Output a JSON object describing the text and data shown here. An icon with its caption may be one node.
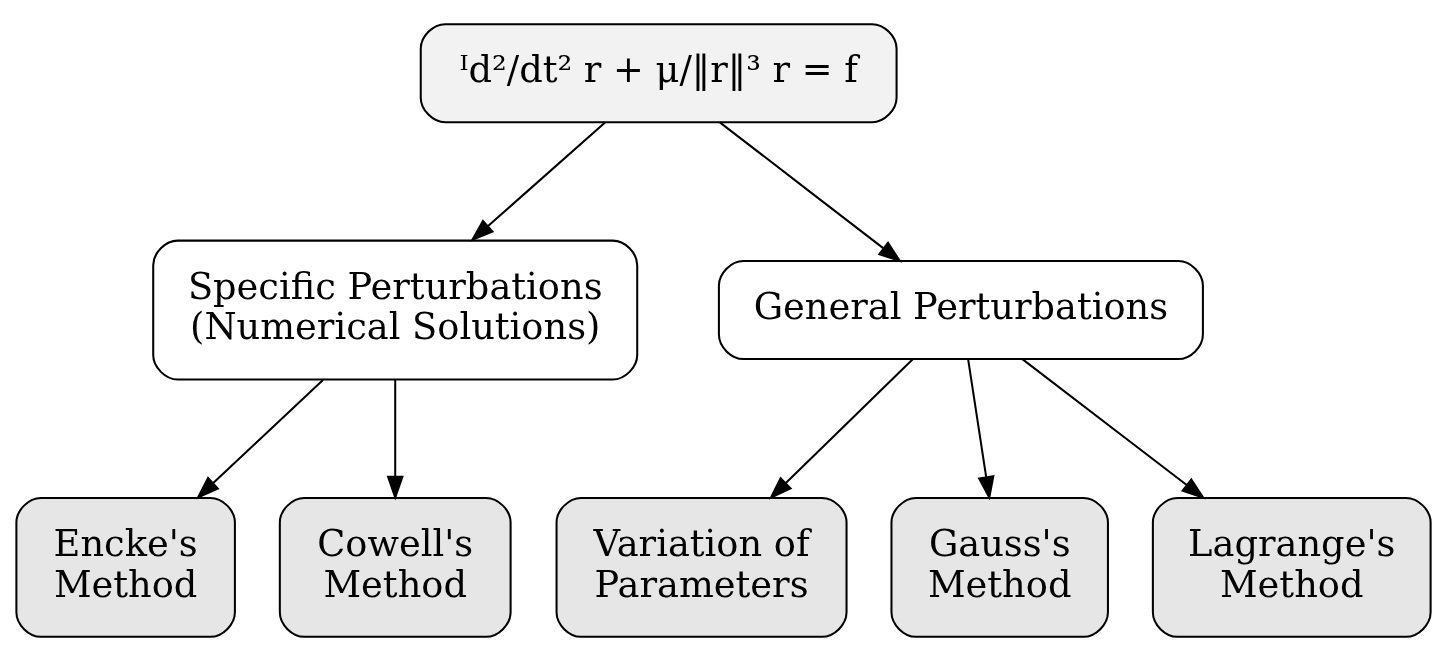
{
  "diagram": {
    "nodes": [
      {
        "text": [
          "ᴵd²/dt² r + μ/‖r‖³ r = f"
        ]
      },
      {
        "text": [
          "Specific Perturbations (Numerical Solutions)"
        ]
      },
      {
        "text": [
          "General Perturbations"
        ]
      },
      {
        "text": [
          "Encke's Method"
        ]
      },
      {
        "text": [
          "Cowell's Method"
        ]
      },
      {
        "text": [
          "Variation of Parameters"
        ]
      },
      {
        "text": [
          "Gauss's Method"
        ]
      },
      {
        "text": [
          "Lagrange's Method"
        ]
      }
    ],
    "edges": [
      {
        "from": 0,
        "to": 1,
        "arrow": "to"
      },
      {
        "from": 0,
        "to": 2,
        "arrow": "to"
      },
      {
        "from": 1,
        "to": 3,
        "arrow": "to"
      },
      {
        "from": 1,
        "to": 4,
        "arrow": "to"
      },
      {
        "from": 2,
        "to": 5,
        "arrow": "to"
      },
      {
        "from": 2,
        "to": 6,
        "arrow": "to"
      },
      {
        "from": 2,
        "to": 7,
        "arrow": "to"
      }
    ]
  }
}
